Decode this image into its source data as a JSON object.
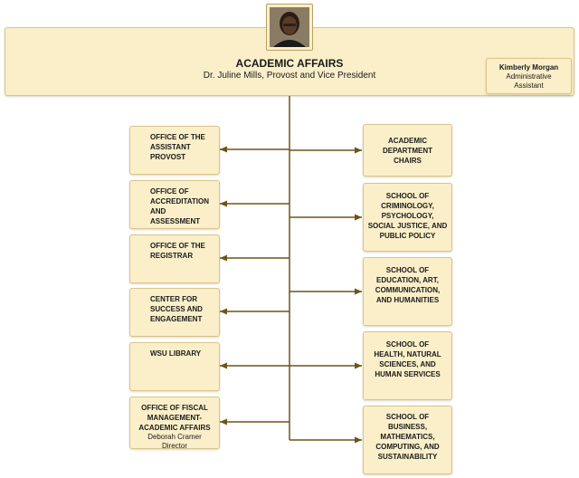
{
  "header": {
    "title": "ACADEMIC AFFAIRS",
    "subtitle": "Dr. Juline Mills, Provost and Vice President"
  },
  "assistant": {
    "name": "Kimberly Morgan",
    "role_line1": "Administrative",
    "role_line2": "Assistant"
  },
  "left_nodes": [
    {
      "line1": "OFFICE OF THE",
      "line2": "ASSISTANT PROVOST"
    },
    {
      "line1": "OFFICE OF",
      "line2": "ACCREDITATION",
      "line3": "AND ASSESSMENT"
    },
    {
      "line1": "OFFICE OF THE",
      "line2": "REGISTRAR"
    },
    {
      "line1": "CENTER FOR",
      "line2": "SUCCESS AND",
      "line3": "ENGAGEMENT"
    },
    {
      "line1": "WSU LIBRARY"
    },
    {
      "line1": "OFFICE OF FISCAL",
      "line2": "MANAGEMENT-",
      "line3": "ACADEMIC AFFAIRS",
      "sub1": "Deborah Cramer",
      "sub2": "Director"
    }
  ],
  "right_nodes": [
    {
      "line1": "ACADEMIC",
      "line2": "DEPARTMENT",
      "line3": "CHAIRS"
    },
    {
      "line1": "SCHOOL OF",
      "line2": "CRIMINOLOGY,",
      "line3": "PSYCHOLOGY,",
      "line4": "SOCIAL JUSTICE, AND",
      "line5": "PUBLIC POLICY"
    },
    {
      "line1": "SCHOOL OF",
      "line2": "EDUCATION, ART,",
      "line3": "COMMUNICATION,",
      "line4": "AND HUMANITIES"
    },
    {
      "line1": "SCHOOL OF",
      "line2": "HEALTH,  NATURAL",
      "line3": "SCIENCES, AND",
      "line4": "HUMAN SERVICES"
    },
    {
      "line1": "SCHOOL OF",
      "line2": "BUSINESS,",
      "line3": "MATHEMATICS,",
      "line4": "COMPUTING, AND",
      "line5": "SUSTAINABILITY"
    }
  ],
  "colors": {
    "box_fill": "#fbefc9",
    "box_border": "#d9c48a",
    "connector": "#6b5518"
  },
  "icons": {
    "photo": "portrait-photo"
  }
}
